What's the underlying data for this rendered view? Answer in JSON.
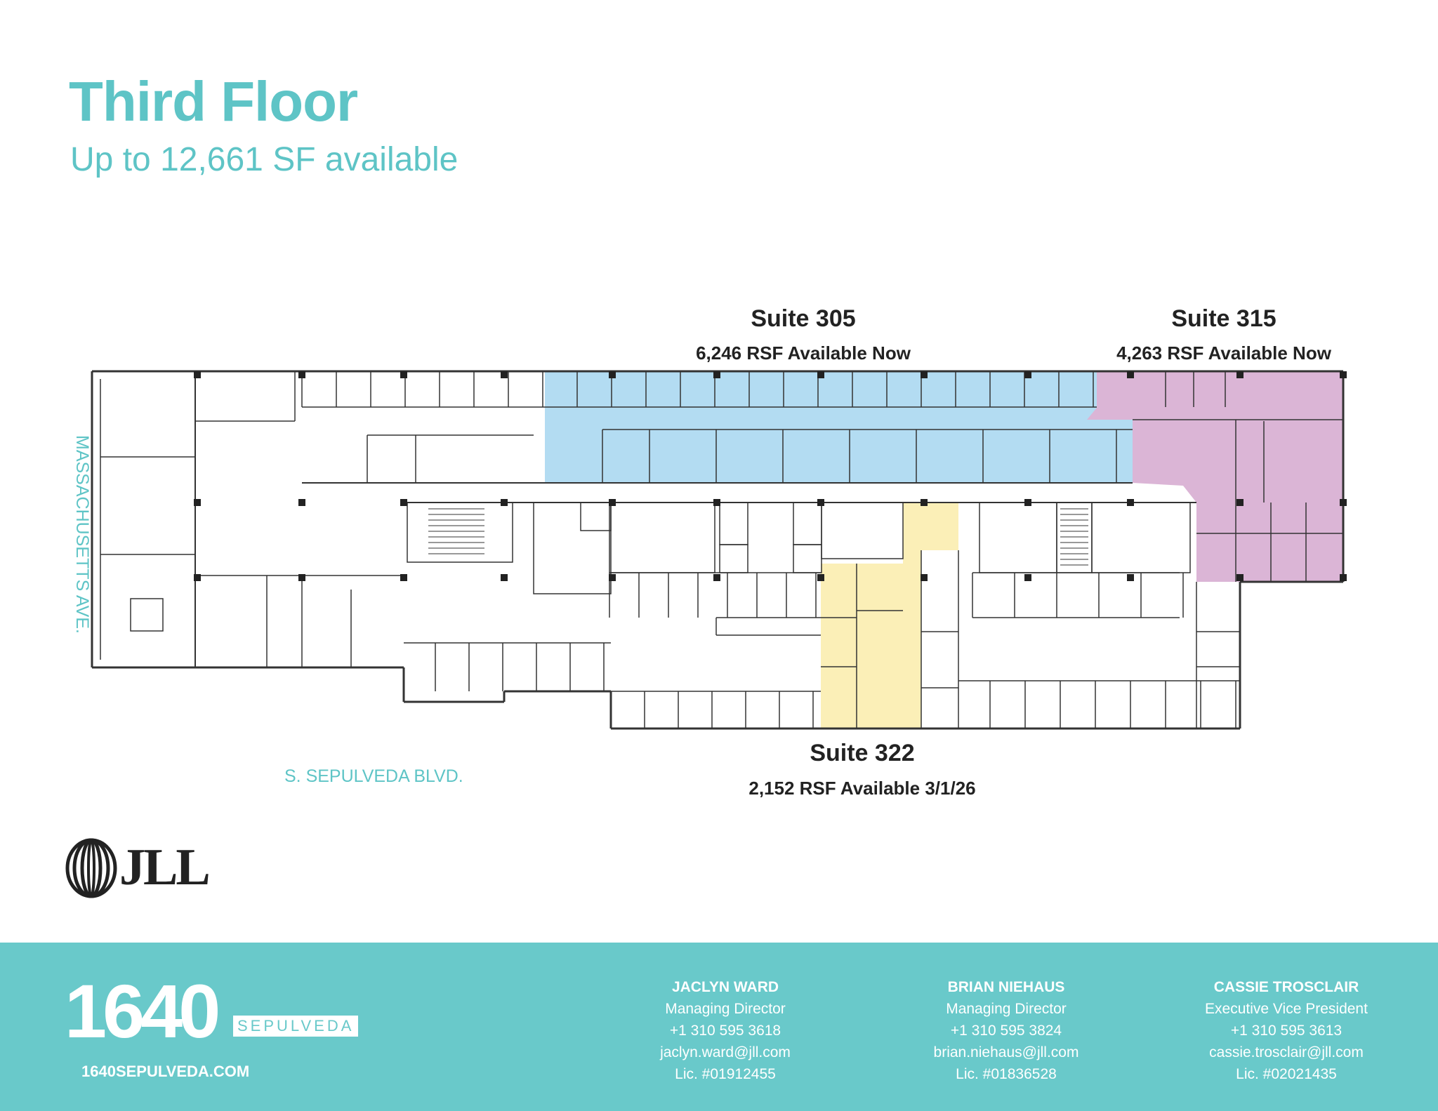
{
  "header": {
    "title": "Third Floor",
    "subtitle": "Up to 12,661 SF available"
  },
  "suites": [
    {
      "name": "Suite 305",
      "rsf": "6,246 RSF Available Now",
      "color": "#b3dcf2"
    },
    {
      "name": "Suite 315",
      "rsf": "4,263 RSF Available Now",
      "color": "#dbb5d6"
    },
    {
      "name": "Suite 322",
      "rsf": "2,152 RSF Available 3/1/26",
      "color": "#fbefb7"
    }
  ],
  "streets": {
    "west": "MASSACHUSETTS AVE.",
    "south": "S. SEPULVEDA BLVD."
  },
  "brand": {
    "broker_logo": "JLL",
    "building_logo_number": "1640",
    "building_logo_word": "SEPULVEDA",
    "website": "1640SEPULVEDA.COM"
  },
  "colors": {
    "accent": "#5ec4c6",
    "footer": "#69c9ca"
  },
  "contacts": [
    {
      "name": "JACLYN WARD",
      "title": "Managing Director",
      "phone": "+1 310 595 3618",
      "email": "jaclyn.ward@jll.com",
      "license": "Lic. #01912455"
    },
    {
      "name": "BRIAN NIEHAUS",
      "title": "Managing Director",
      "phone": "+1 310 595 3824",
      "email": "brian.niehaus@jll.com",
      "license": "Lic. #01836528"
    },
    {
      "name": "CASSIE TROSCLAIR",
      "title": "Executive Vice President",
      "phone": "+1 310 595 3613",
      "email": "cassie.trosclair@jll.com",
      "license": "Lic. #02021435"
    }
  ]
}
